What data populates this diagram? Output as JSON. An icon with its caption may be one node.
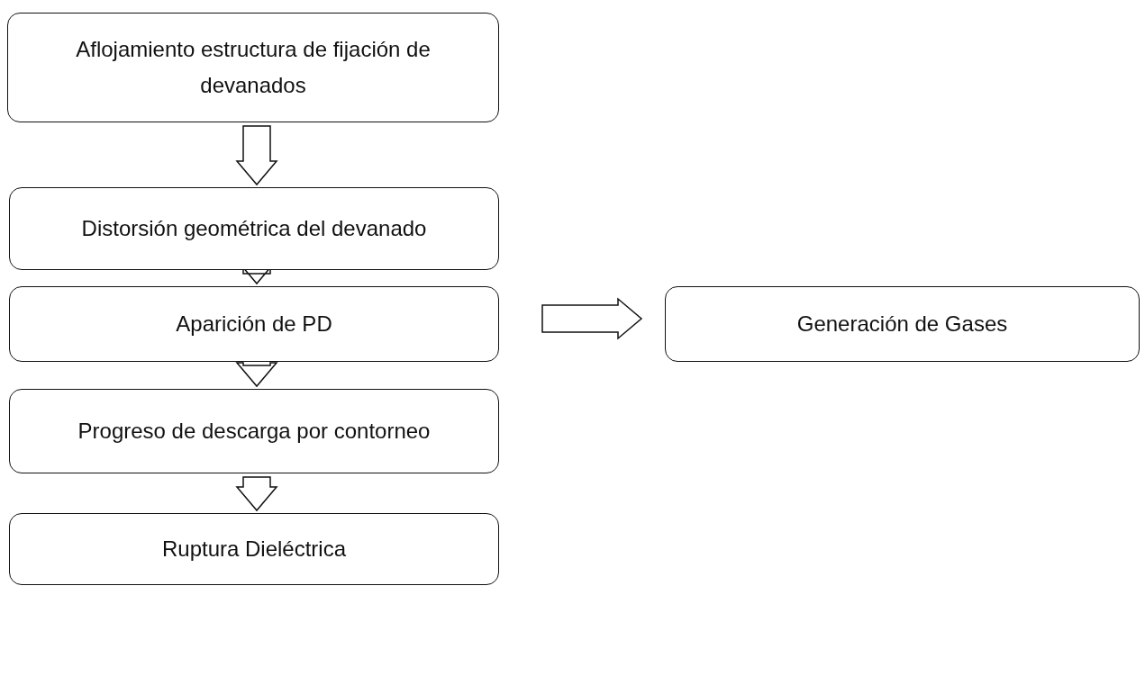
{
  "diagram": {
    "nodes": [
      {
        "text": [
          "Aflojamiento estructura de fijación de devanados"
        ]
      },
      {
        "text": [
          "Distorsión geométrica del devanado"
        ]
      },
      {
        "text": [
          "Aparición de PD"
        ]
      },
      {
        "text": [
          "Generación de Gases"
        ]
      },
      {
        "text": [
          "Progreso de descarga por contorneo"
        ]
      },
      {
        "text": [
          "Ruptura Dieléctrica"
        ]
      }
    ],
    "edges": [
      {
        "from": 0,
        "to": 1,
        "arrow": "to"
      },
      {
        "from": 1,
        "to": 2,
        "arrow": "to"
      },
      {
        "from": 2,
        "to": 3,
        "arrow": "to"
      },
      {
        "from": 2,
        "to": 4,
        "arrow": "to"
      },
      {
        "from": 4,
        "to": 5,
        "arrow": "to"
      }
    ]
  }
}
